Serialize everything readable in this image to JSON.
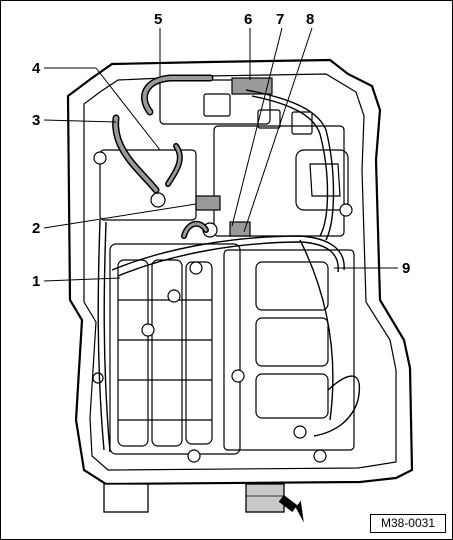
{
  "diagram": {
    "callouts": [
      "1",
      "2",
      "3",
      "4",
      "5",
      "6",
      "7",
      "8",
      "9"
    ],
    "figure_ref": "M38-0031"
  },
  "colors": {
    "line": "#000000",
    "shade": "#9a9a9a",
    "light_shade": "#c8c8c8",
    "background": "#ffffff"
  }
}
